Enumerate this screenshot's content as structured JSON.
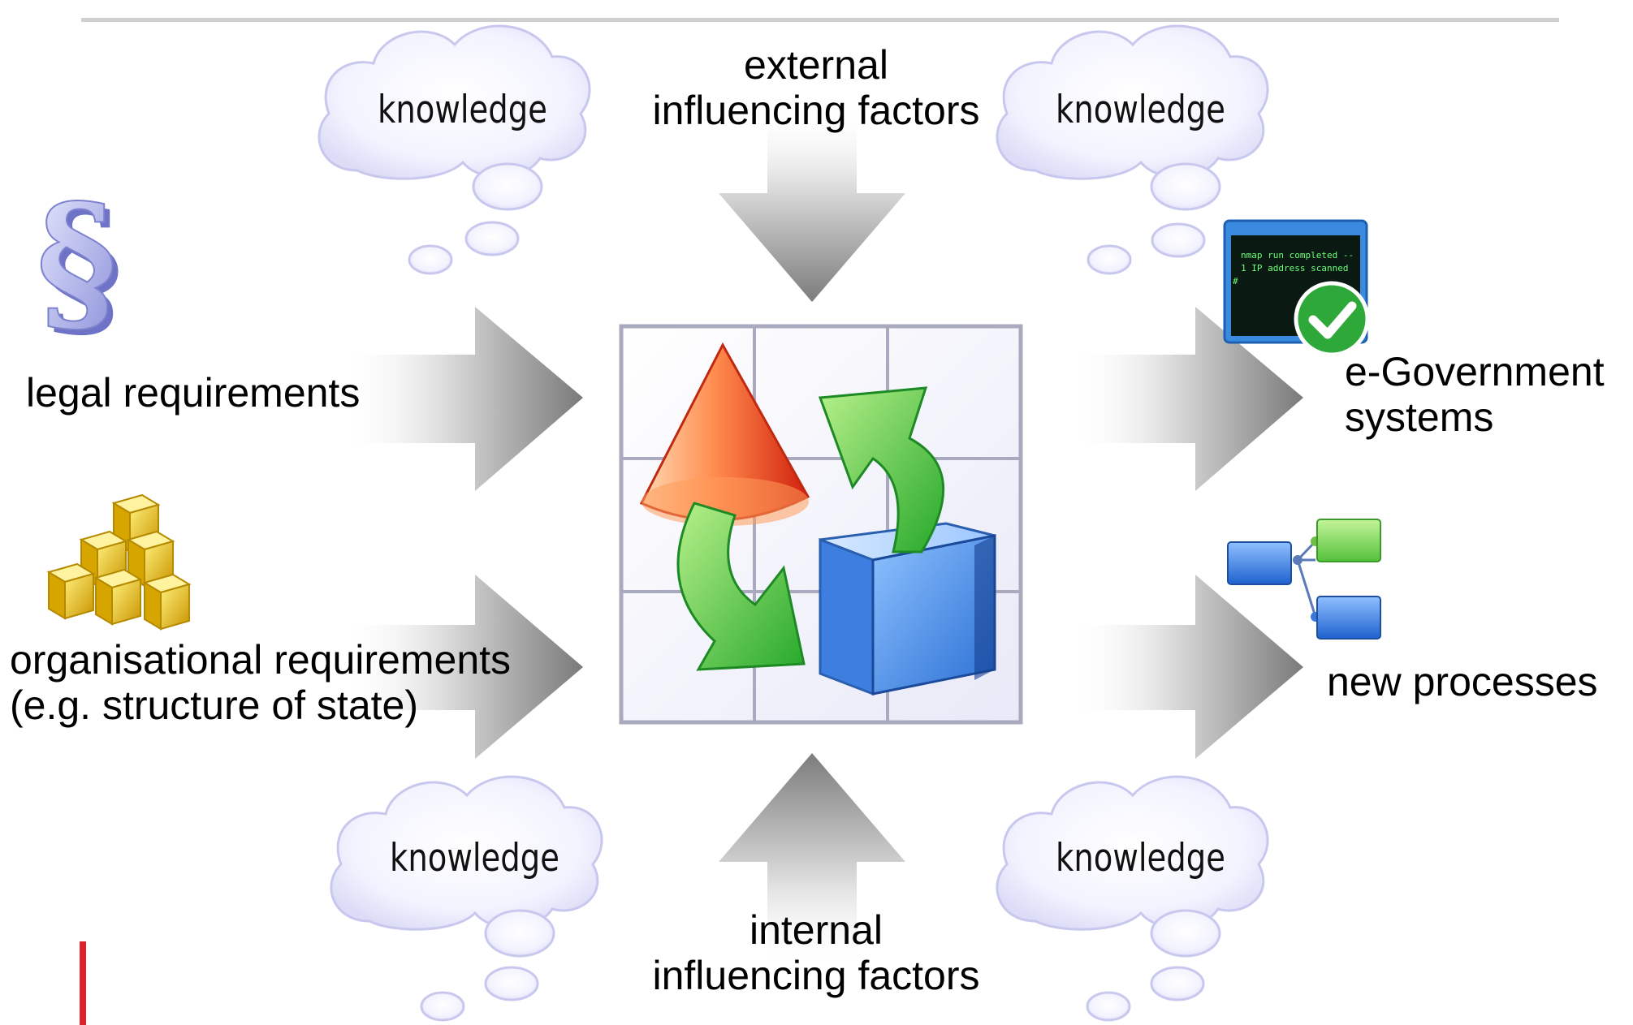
{
  "clouds": {
    "top_left": "knowledge",
    "top_right": "knowledge",
    "bottom_left": "knowledge",
    "bottom_right": "knowledge"
  },
  "inputs": {
    "external": [
      "external",
      "influencing factors"
    ],
    "internal": [
      "internal",
      "influencing factors"
    ],
    "legal": "legal requirements",
    "organisational": [
      "organisational requirements",
      "(e.g. structure of state)"
    ]
  },
  "outputs": {
    "egov": [
      "e-Government",
      "systems"
    ],
    "processes": "new processes"
  },
  "terminal_text": [
    "nmap run completed --",
    "1 IP address scanned",
    "#"
  ],
  "icons": {
    "section": "paragraph-section-icon",
    "blocks": "gold-blocks-icon",
    "terminal": "terminal-check-icon",
    "process": "process-flow-icon",
    "central": "modeling-grid-icon"
  },
  "colors": {
    "arrow_gray": "#8a8a8a",
    "accent_red": "#d9242b",
    "cloud_fill": "#eeeeff",
    "cloud_stroke": "#c8c8ef"
  }
}
